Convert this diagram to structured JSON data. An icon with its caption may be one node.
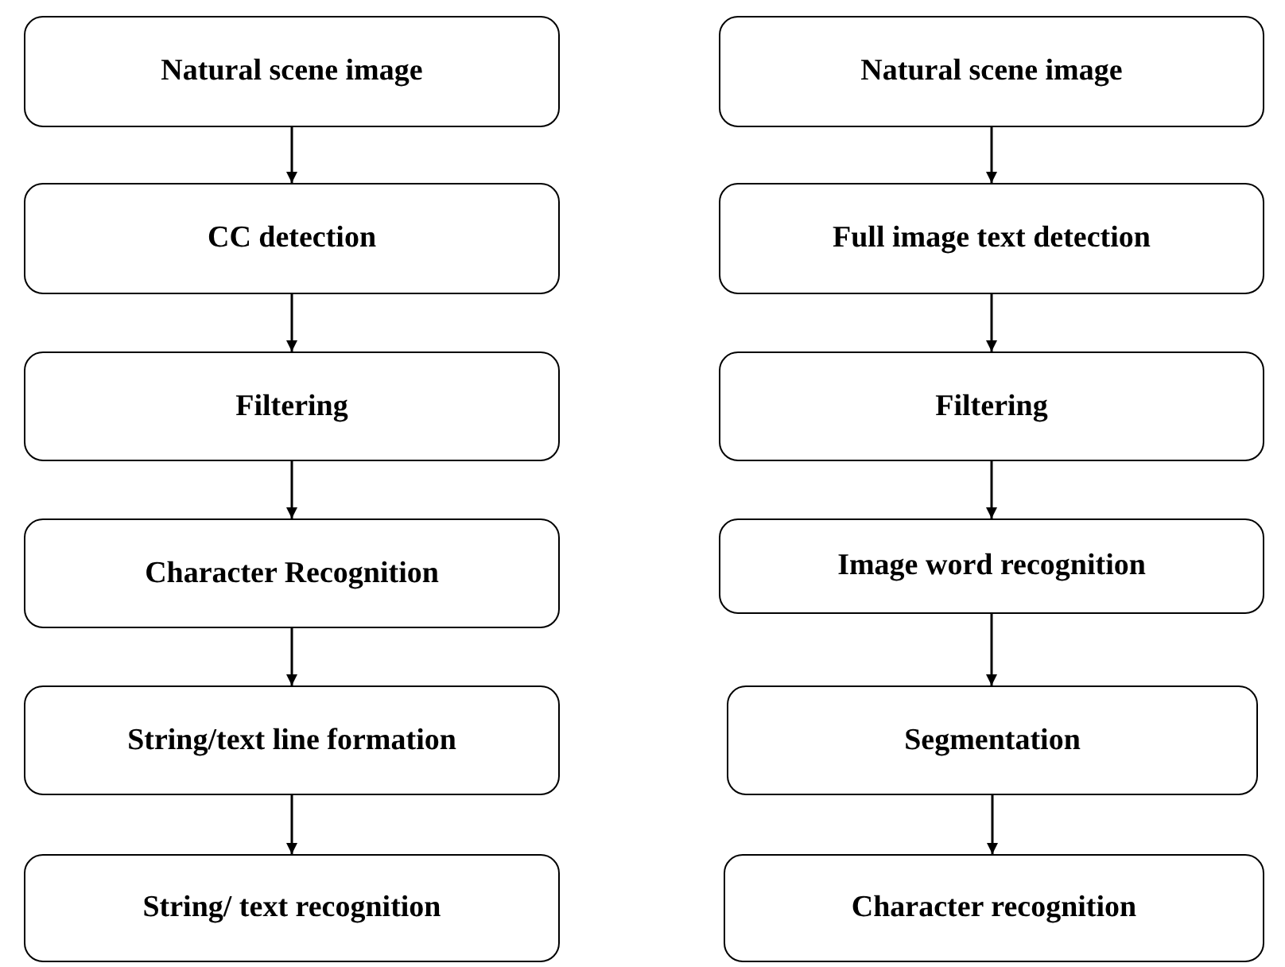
{
  "diagram": {
    "nodes": [
      {
        "text": [
          "Natural scene image"
        ]
      },
      {
        "text": [
          "CC detection"
        ]
      },
      {
        "text": [
          "Filtering"
        ]
      },
      {
        "text": [
          "Character Recognition"
        ]
      },
      {
        "text": [
          "String/text line formation"
        ]
      },
      {
        "text": [
          "String/ text recognition"
        ]
      },
      {
        "text": [
          "Natural scene image"
        ]
      },
      {
        "text": [
          "Full image text detection"
        ]
      },
      {
        "text": [
          "Filtering"
        ]
      },
      {
        "text": [
          "Image word recognition"
        ]
      },
      {
        "text": [
          "Segmentation"
        ]
      },
      {
        "text": [
          "Character recognition"
        ]
      }
    ],
    "edges": [
      {
        "from": 0,
        "to": 1,
        "arrow": "to"
      },
      {
        "from": 1,
        "to": 2,
        "arrow": "to"
      },
      {
        "from": 2,
        "to": 3,
        "arrow": "to"
      },
      {
        "from": 3,
        "to": 4,
        "arrow": "to"
      },
      {
        "from": 4,
        "to": 5,
        "arrow": "to"
      },
      {
        "from": 6,
        "to": 7,
        "arrow": "to"
      },
      {
        "from": 7,
        "to": 8,
        "arrow": "to"
      },
      {
        "from": 8,
        "to": 9,
        "arrow": "to"
      },
      {
        "from": 9,
        "to": 10,
        "arrow": "to"
      },
      {
        "from": 10,
        "to": 11,
        "arrow": "to"
      }
    ]
  }
}
